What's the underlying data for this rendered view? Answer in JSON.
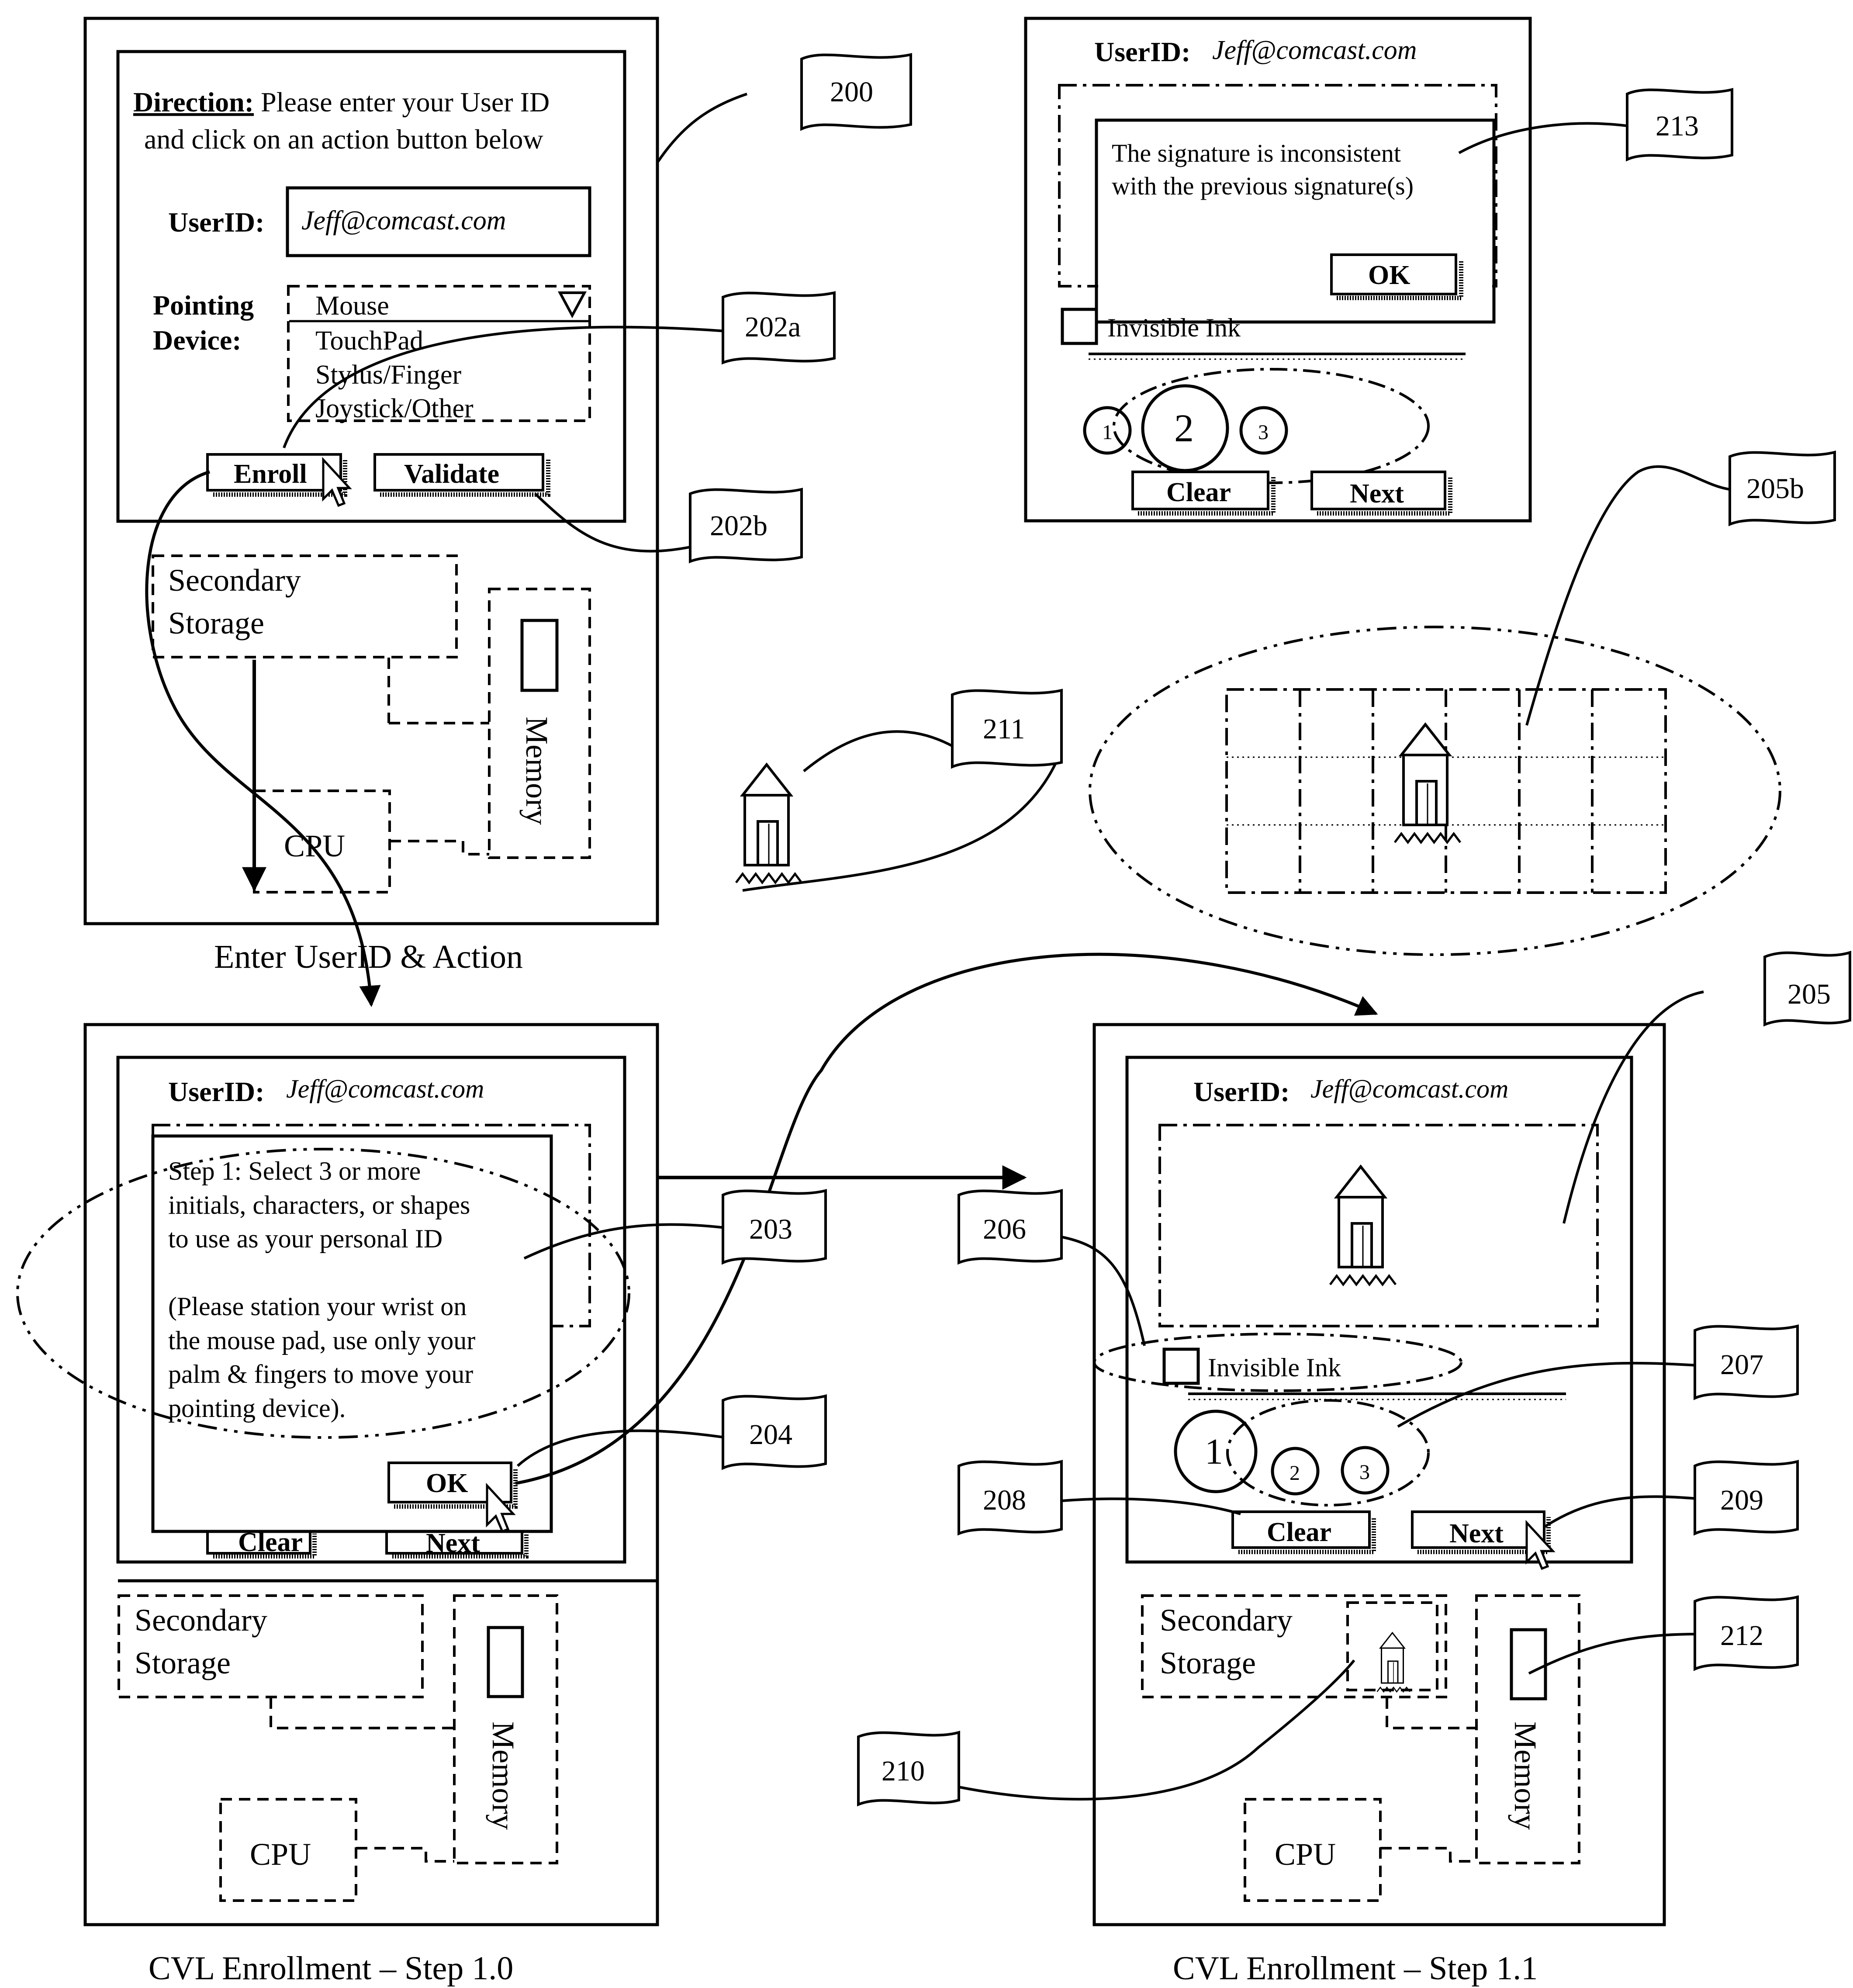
{
  "panels": {
    "enter": {
      "caption": "Enter UserID & Action",
      "direction_label": "Direction:",
      "direction_line1": " Please enter your User ID",
      "direction_line2": "and click on an action button below",
      "userid_label": "UserID:",
      "userid_value": "Jeff@comcast.com",
      "pointing_label_1": "Pointing",
      "pointing_label_2": "Device:",
      "devices": [
        "Mouse",
        "TouchPad",
        "Stylus/Finger",
        "Joystick/Other"
      ],
      "enroll_label": "Enroll",
      "validate_label": "Validate",
      "secondary_storage_1": "Secondary",
      "secondary_storage_2": "Storage",
      "memory_label": "Memory",
      "cpu_label": "CPU"
    },
    "error": {
      "userid_label": "UserID:",
      "userid_value": "Jeff@comcast.com",
      "message_line1": "The signature is inconsistent",
      "message_line2": "with the previous signature(s)",
      "ok_label": "OK",
      "invisible_ink_label": "Invisible Ink",
      "steps": [
        "1",
        "2",
        "3"
      ],
      "clear_label": "Clear",
      "next_label": "Next"
    },
    "step10": {
      "caption": "CVL Enrollment – Step 1.0",
      "userid_label": "UserID:",
      "userid_value": "Jeff@comcast.com",
      "dialog_lines": [
        "Step 1: Select 3 or more",
        "initials, characters, or shapes",
        "to use as your personal ID",
        "",
        "(Please station your wrist on",
        "the mouse pad, use only your",
        "palm & fingers to move your",
        "pointing device)."
      ],
      "ok_label": "OK",
      "clear_label": "Clear",
      "next_label": "Next",
      "secondary_storage_1": "Secondary",
      "secondary_storage_2": "Storage",
      "memory_label": "Memory",
      "cpu_label": "CPU"
    },
    "step11": {
      "caption": "CVL Enrollment – Step 1.1",
      "userid_label": "UserID:",
      "userid_value": "Jeff@comcast.com",
      "invisible_ink_label": "Invisible Ink",
      "steps": [
        "1",
        "2",
        "3"
      ],
      "clear_label": "Clear",
      "next_label": "Next",
      "secondary_storage_1": "Secondary",
      "secondary_storage_2": "Storage",
      "memory_label": "Memory",
      "cpu_label": "CPU"
    }
  },
  "reference_labels": {
    "r200": "200",
    "r202a": "202a",
    "r202b": "202b",
    "r203": "203",
    "r204": "204",
    "r205": "205",
    "r205b": "205b",
    "r206": "206",
    "r207": "207",
    "r208": "208",
    "r209": "209",
    "r210": "210",
    "r211": "211",
    "r212": "212",
    "r213": "213"
  },
  "colors": {
    "ink": "#000000",
    "paper": "#ffffff"
  }
}
